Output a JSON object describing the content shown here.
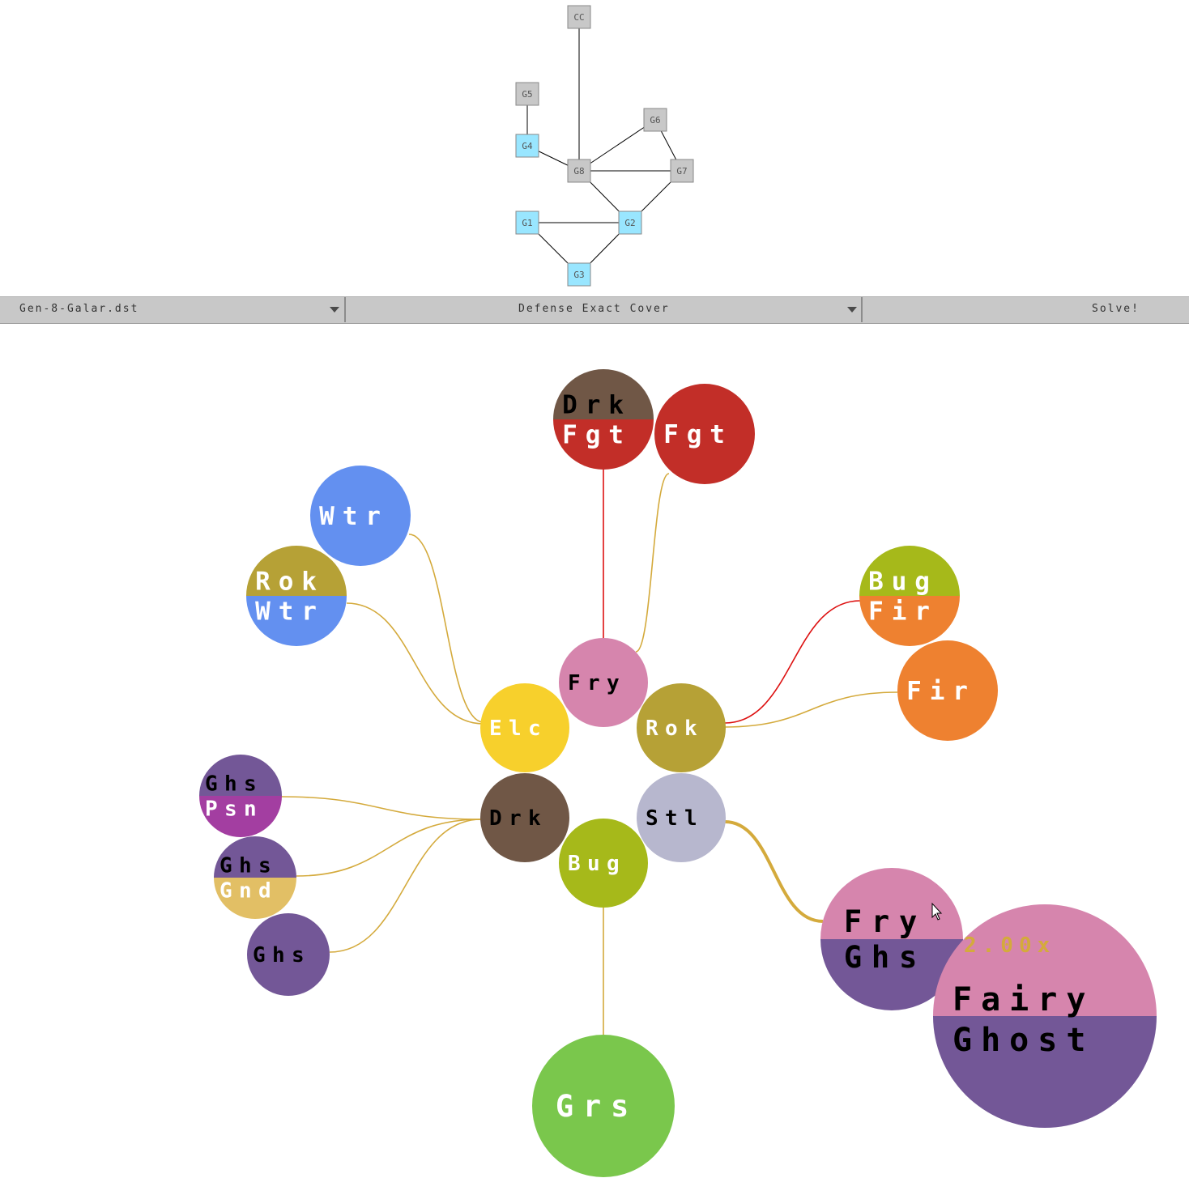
{
  "graph": {
    "nodes": [
      {
        "id": "CC",
        "label": "CC",
        "selected": false
      },
      {
        "id": "G5",
        "label": "G5",
        "selected": false
      },
      {
        "id": "G6",
        "label": "G6",
        "selected": false
      },
      {
        "id": "G4",
        "label": "G4",
        "selected": true
      },
      {
        "id": "G8",
        "label": "G8",
        "selected": false
      },
      {
        "id": "G7",
        "label": "G7",
        "selected": false
      },
      {
        "id": "G1",
        "label": "G1",
        "selected": true
      },
      {
        "id": "G2",
        "label": "G2",
        "selected": true
      },
      {
        "id": "G3",
        "label": "G3",
        "selected": true
      }
    ],
    "edges": [
      [
        "CC",
        "G8"
      ],
      [
        "G5",
        "G4"
      ],
      [
        "G4",
        "G8"
      ],
      [
        "G6",
        "G8"
      ],
      [
        "G6",
        "G7"
      ],
      [
        "G8",
        "G7"
      ],
      [
        "G8",
        "G2"
      ],
      [
        "G7",
        "G2"
      ],
      [
        "G1",
        "G2"
      ],
      [
        "G1",
        "G3"
      ],
      [
        "G2",
        "G3"
      ]
    ],
    "colors": {
      "selected": "#99e6ff",
      "unselected": "#c8c8c8"
    }
  },
  "toolbar": {
    "file_select": "Gen-8-Galar.dst",
    "mode_select": "Defense Exact Cover",
    "solve_button": "Solve!"
  },
  "types": {
    "Fry": {
      "color": "#d685ad",
      "text": "#000000",
      "full": "Fairy"
    },
    "Ghs": {
      "color": "#735797",
      "text": "#000000",
      "full": "Ghost"
    },
    "Elc": {
      "color": "#f7d02c",
      "text": "#ffffff"
    },
    "Rok": {
      "color": "#b6a136",
      "text": "#ffffff"
    },
    "Drk": {
      "color": "#705746",
      "text": "#000000"
    },
    "Stl": {
      "color": "#b7b7ce",
      "text": "#000000"
    },
    "Bug": {
      "color": "#a6b91a",
      "text": "#ffffff"
    },
    "Fgt": {
      "color": "#c22e28",
      "text": "#ffffff"
    },
    "Wtr": {
      "color": "#6390f0",
      "text": "#ffffff"
    },
    "Fir": {
      "color": "#ee8130",
      "text": "#ffffff"
    },
    "Psn": {
      "color": "#a33ea1",
      "text": "#ffffff"
    },
    "Gnd": {
      "color": "#e2bf65",
      "text": "#ffffff"
    },
    "Grs": {
      "color": "#7ac74c",
      "text": "#ffffff"
    }
  },
  "bubbles": {
    "center": [
      {
        "id": "c-elc",
        "types": [
          "Elc"
        ]
      },
      {
        "id": "c-fry",
        "types": [
          "Fry"
        ]
      },
      {
        "id": "c-rok",
        "types": [
          "Rok"
        ]
      },
      {
        "id": "c-drk",
        "types": [
          "Drk"
        ]
      },
      {
        "id": "c-stl",
        "types": [
          "Stl"
        ]
      },
      {
        "id": "c-bug",
        "types": [
          "Bug"
        ]
      }
    ],
    "outer": [
      {
        "id": "o-drk-fgt",
        "types": [
          "Drk",
          "Fgt"
        ]
      },
      {
        "id": "o-fgt",
        "types": [
          "Fgt"
        ]
      },
      {
        "id": "o-wtr",
        "types": [
          "Wtr"
        ]
      },
      {
        "id": "o-rok-wtr",
        "types": [
          "Rok",
          "Wtr"
        ]
      },
      {
        "id": "o-bug-fir",
        "types": [
          "Bug",
          "Fir"
        ]
      },
      {
        "id": "o-fir",
        "types": [
          "Fir"
        ]
      },
      {
        "id": "o-ghs-psn",
        "types": [
          "Ghs",
          "Psn"
        ]
      },
      {
        "id": "o-ghs-gnd",
        "types": [
          "Ghs",
          "Gnd"
        ]
      },
      {
        "id": "o-ghs",
        "types": [
          "Ghs"
        ]
      },
      {
        "id": "o-fry-ghs",
        "types": [
          "Fry",
          "Ghs"
        ]
      },
      {
        "id": "o-grs",
        "types": [
          "Grs"
        ]
      }
    ],
    "links": [
      {
        "from": "c-fry",
        "to": "o-drk-fgt",
        "color": "red"
      },
      {
        "from": "c-fry",
        "to": "o-fgt",
        "color": "gold"
      },
      {
        "from": "c-elc",
        "to": "o-wtr",
        "color": "gold"
      },
      {
        "from": "c-elc",
        "to": "o-rok-wtr",
        "color": "gold"
      },
      {
        "from": "c-rok",
        "to": "o-bug-fir",
        "color": "red"
      },
      {
        "from": "c-rok",
        "to": "o-fir",
        "color": "gold"
      },
      {
        "from": "c-drk",
        "to": "o-ghs-psn",
        "color": "gold"
      },
      {
        "from": "c-drk",
        "to": "o-ghs-gnd",
        "color": "gold"
      },
      {
        "from": "c-drk",
        "to": "o-ghs",
        "color": "gold"
      },
      {
        "from": "c-stl",
        "to": "o-fry-ghs",
        "color": "gold",
        "highlight": true
      },
      {
        "from": "c-bug",
        "to": "o-grs",
        "color": "gold"
      }
    ],
    "link_colors": {
      "red": "#dd1111",
      "gold": "#d4aa3c"
    }
  },
  "tooltip": {
    "multiplier": "2.00x",
    "types": [
      "Fairy",
      "Ghost"
    ],
    "multiplier_color": "#d4aa3c"
  }
}
